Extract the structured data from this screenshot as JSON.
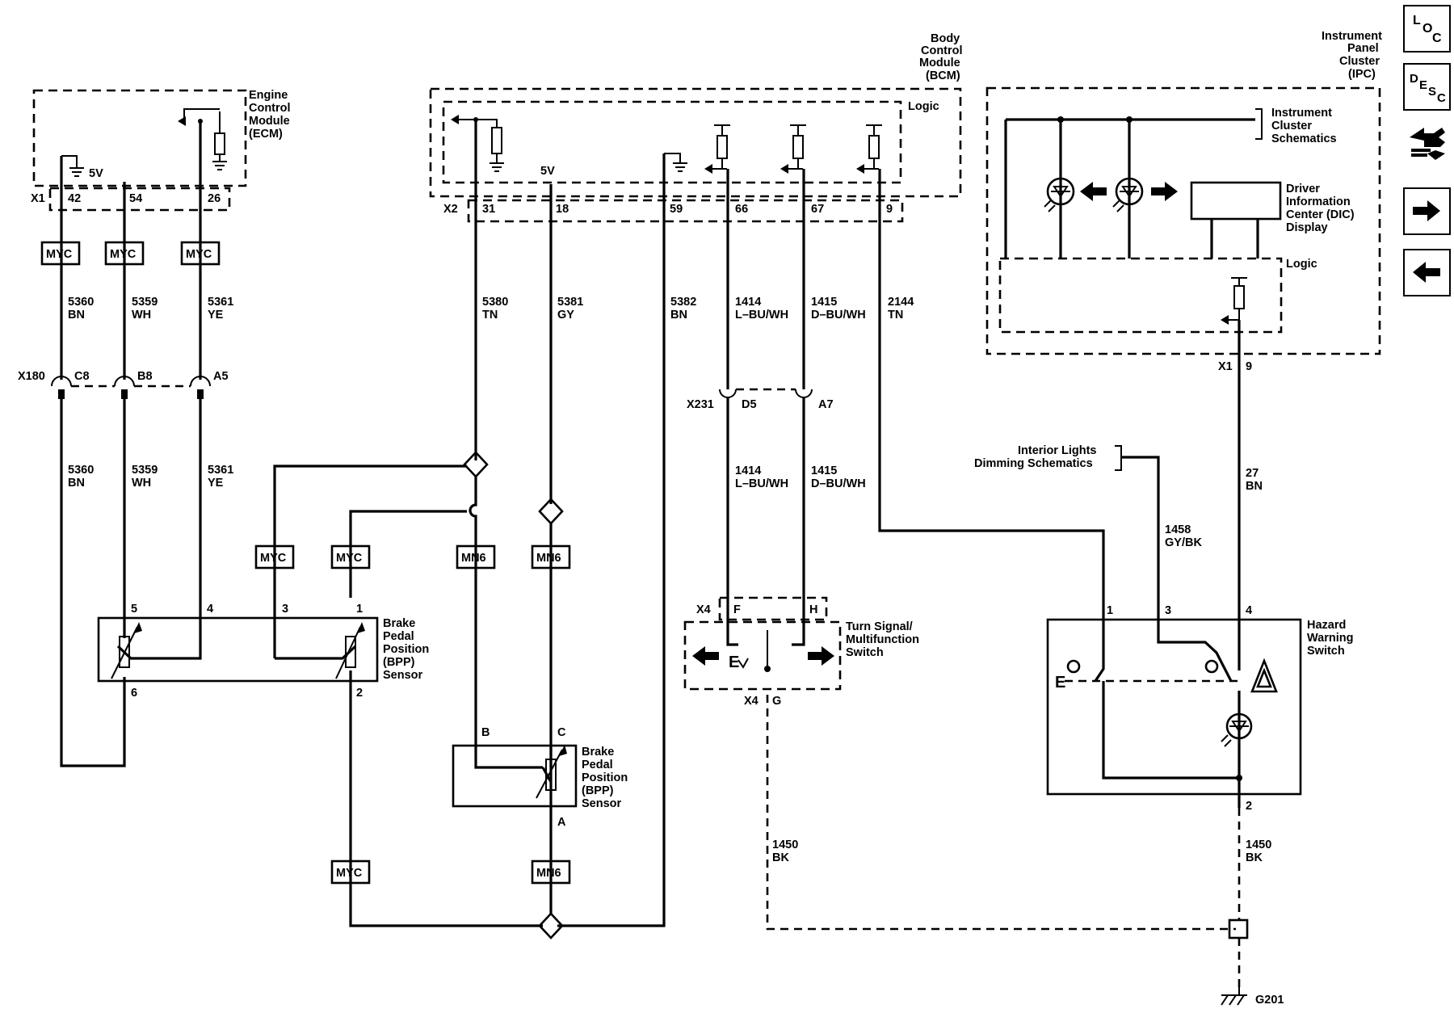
{
  "modules": {
    "ecm": [
      "Engine",
      "Control",
      "Module",
      "(ECM)"
    ],
    "bcm": [
      "Body",
      "Control",
      "Module",
      "(BCM)"
    ],
    "ipc": [
      "Instrument",
      "Panel",
      "Cluster",
      "(IPC)"
    ],
    "bpp_sensor": [
      "Brake",
      "Pedal",
      "Position",
      "(BPP)",
      "Sensor"
    ],
    "turn_signal": [
      "Turn Signal/",
      "Multifunction",
      "Switch"
    ],
    "hazard": [
      "Hazard",
      "Warning",
      "Switch"
    ],
    "dic": [
      "Driver",
      "Information",
      "Center (DIC)",
      "Display"
    ],
    "instrument_schem": [
      "Instrument",
      "Cluster",
      "Schematics"
    ],
    "interior_schem": [
      "Interior Lights",
      "Dimming Schematics"
    ],
    "logic": "Logic"
  },
  "connectors": {
    "x1": "X1",
    "x2": "X2",
    "x180": "X180",
    "x231": "X231",
    "x4": "X4",
    "g201": "G201"
  },
  "pins": {
    "ecm": [
      "42",
      "54",
      "26"
    ],
    "bcm": [
      "31",
      "18",
      "59",
      "66",
      "67",
      "9"
    ],
    "x180": [
      "C8",
      "B8",
      "A5"
    ],
    "x231": [
      "D5",
      "A7"
    ],
    "bpp1": [
      "5",
      "4",
      "3",
      "1",
      "6",
      "2"
    ],
    "bpp2": [
      "B",
      "C",
      "A"
    ],
    "tsw": [
      "F",
      "H",
      "G"
    ],
    "hazard": [
      "1",
      "3",
      "4",
      "2"
    ],
    "ipc": "9"
  },
  "volt": "5V",
  "tags": {
    "myc": "MYC",
    "mn6": "MN6"
  },
  "wires": {
    "w5360": [
      "5360",
      "BN"
    ],
    "w5359": [
      "5359",
      "WH"
    ],
    "w5361": [
      "5361",
      "YE"
    ],
    "w5380": [
      "5380",
      "TN"
    ],
    "w5381": [
      "5381",
      "GY"
    ],
    "w5382": [
      "5382",
      "BN"
    ],
    "w1414": [
      "1414",
      "L–BU/WH"
    ],
    "w1415": [
      "1415",
      "D–BU/WH"
    ],
    "w2144": [
      "2144",
      "TN"
    ],
    "w1458": [
      "1458",
      "GY/BK"
    ],
    "w27": [
      "27",
      "BN"
    ],
    "w1450": [
      "1450",
      "BK"
    ]
  },
  "nav": [
    {
      "name": "location-nav-button",
      "icon": "loc-icon",
      "letters": [
        "L",
        "O",
        "C"
      ]
    },
    {
      "name": "description-nav-button",
      "icon": "desc-icon",
      "letters": [
        "D",
        "E",
        "S",
        "C"
      ]
    },
    {
      "name": "connector-nav-button",
      "icon": "connector-icon"
    },
    {
      "name": "next-page-button",
      "icon": "arrow-right-icon"
    },
    {
      "name": "previous-page-button",
      "icon": "arrow-left-icon"
    }
  ]
}
